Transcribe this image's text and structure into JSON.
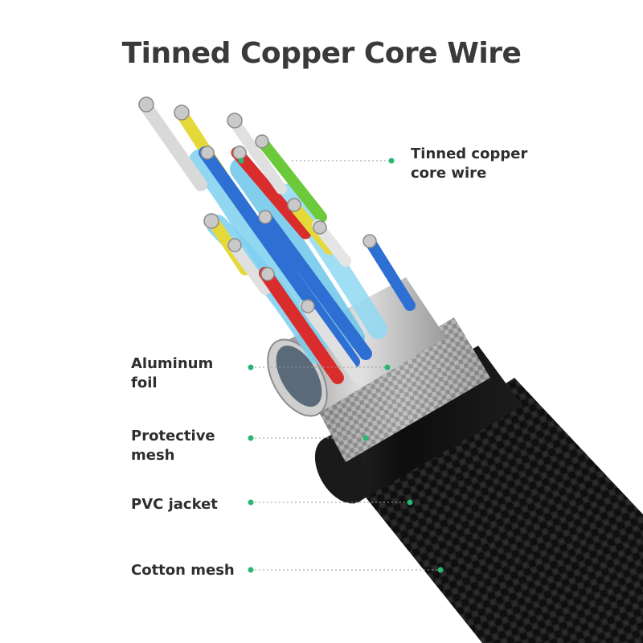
{
  "title": "Tinned Copper Core Wire",
  "labels": {
    "core_wire": "Tinned copper\ncore wire",
    "aluminum_foil": "Aluminum\nfoil",
    "protective_mesh": "Protective\nmesh",
    "pvc_jacket": "PVC jacket",
    "cotton_mesh": "Cotton mesh"
  },
  "colors": {
    "leader_dot": "#2bb673",
    "leader_line": "#9a9a9a",
    "text": "#2e2e2e"
  }
}
